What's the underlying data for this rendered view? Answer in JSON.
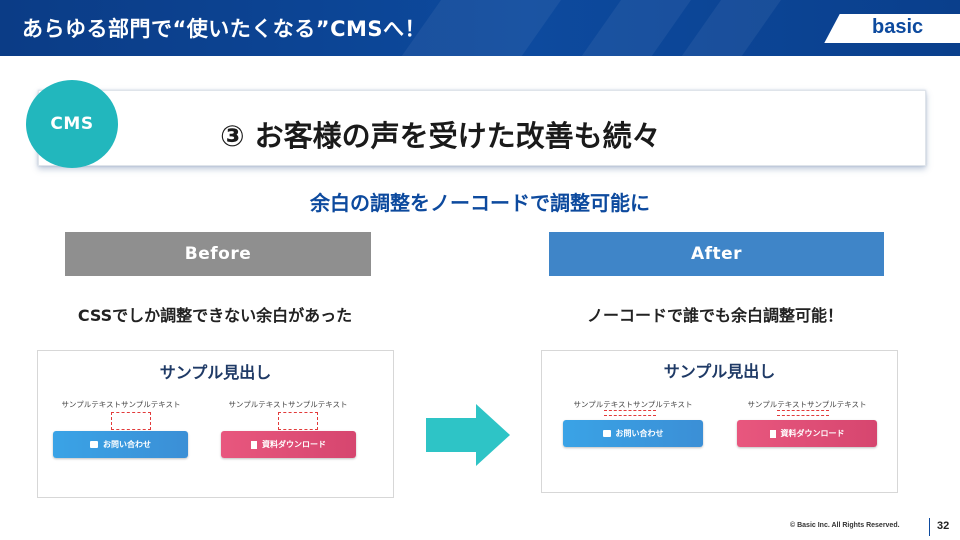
{
  "header": {
    "title": "あらゆる部門で“使いたくなる”CMSへ！",
    "logo": "basic"
  },
  "slide": {
    "badge": "CMS",
    "title": "③ お客様の声を受けた改善も続々",
    "subtitle": "余白の調整をノーコードで調整可能に"
  },
  "before": {
    "label": "Before",
    "caption": "CSSでしか調整できない余白があった",
    "sample": {
      "heading": "サンプル見出し",
      "text_left": "サンプルテキストサンプルテキスト",
      "text_right": "サンプルテキストサンプルテキスト",
      "button_contact": "お問い合わせ",
      "button_download": "資料ダウンロード"
    }
  },
  "after": {
    "label": "After",
    "caption": "ノーコードで誰でも余白調整可能！",
    "sample": {
      "heading": "サンプル見出し",
      "text_left": "サンプルテキストサンプルテキスト",
      "text_right": "サンプルテキストサンプルテキスト",
      "button_contact": "お問い合わせ",
      "button_download": "資料ダウンロード"
    }
  },
  "footer": {
    "copyright": "© Basic Inc. All Rights Reserved.",
    "page_number": "32"
  },
  "colors": {
    "header_blue": "#0d4a9e",
    "badge_teal": "#22b7bd",
    "before_gray": "#8f8f8f",
    "after_blue": "#3f85c8",
    "arrow_teal": "#2ec4c6",
    "dash_red": "#e23a3a"
  },
  "icons": {
    "arrow": "arrow-right-icon",
    "mail": "mail-icon",
    "document": "document-icon"
  }
}
